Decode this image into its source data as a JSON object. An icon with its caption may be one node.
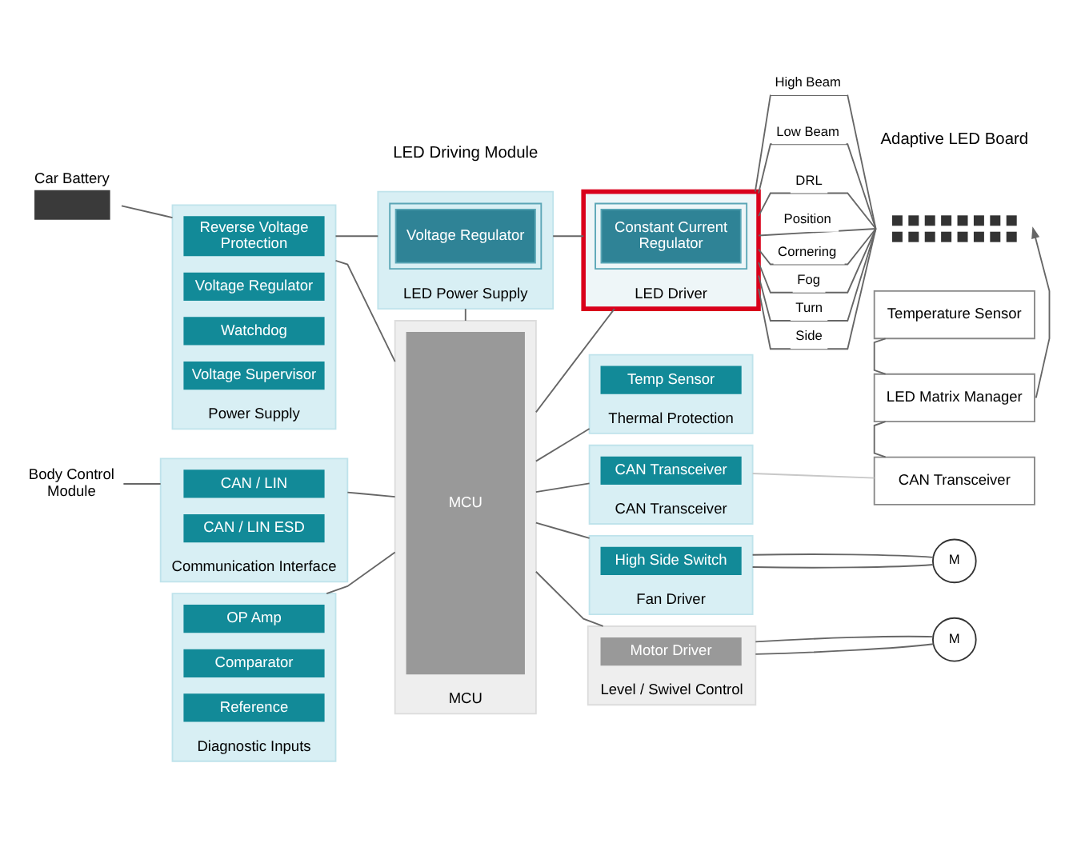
{
  "diagram": {
    "nodes": [
      {
        "text": [
          "Car Battery"
        ]
      },
      {
        "text": [
          "Power Supply"
        ]
      },
      {
        "text": [
          "Reverse Voltage Protection"
        ],
        "in": 1
      },
      {
        "text": [
          "Voltage Regulator"
        ],
        "in": 1
      },
      {
        "text": [
          "Watchdog"
        ],
        "in": 1
      },
      {
        "text": [
          "Voltage Supervisor"
        ],
        "in": 1
      },
      {
        "text": [
          "LED Power Supply"
        ]
      },
      {
        "text": [
          "Voltage Regulator"
        ],
        "in": 6
      },
      {
        "text": [
          "LED Driver"
        ]
      },
      {
        "text": [
          "Constant Current Regulator"
        ],
        "in": 8
      },
      {
        "text": [
          "Body Control Module"
        ]
      },
      {
        "text": [
          "Communication Interface"
        ]
      },
      {
        "text": [
          "CAN / LIN"
        ],
        "in": 11
      },
      {
        "text": [
          "CAN / LIN ESD"
        ],
        "in": 11
      },
      {
        "text": [
          "Diagnostic Inputs"
        ]
      },
      {
        "text": [
          "OP Amp"
        ],
        "in": 14
      },
      {
        "text": [
          "Comparator"
        ],
        "in": 14
      },
      {
        "text": [
          "Reference"
        ],
        "in": 14
      },
      {
        "text": [
          "MCU"
        ]
      },
      {
        "text": [
          "MCU"
        ],
        "in": 18
      },
      {
        "text": [
          "Thermal Protection"
        ]
      },
      {
        "text": [
          "Temp Sensor"
        ],
        "in": 20
      },
      {
        "text": [
          "CAN Transceiver"
        ]
      },
      {
        "text": [
          "CAN Transceiver"
        ],
        "in": 22
      },
      {
        "text": [
          "Fan Driver"
        ]
      },
      {
        "text": [
          "High Side Switch"
        ],
        "in": 24
      },
      {
        "text": [
          "Level / Swivel Control"
        ]
      },
      {
        "text": [
          "Motor Driver"
        ],
        "in": 26
      },
      {
        "text": [],
        "shape": "picture"
      },
      {
        "text": [
          "Temperature Sensor"
        ]
      },
      {
        "text": [
          "LED Matrix Manager"
        ]
      },
      {
        "text": [
          "CAN Transceiver"
        ]
      },
      {
        "text": [
          "M"
        ]
      },
      {
        "text": [
          "M"
        ]
      }
    ],
    "edges": [
      {
        "from": 0,
        "to": 1,
        "arrow": "none"
      },
      {
        "from": 1,
        "to": 6,
        "arrow": "none"
      },
      {
        "from": 6,
        "to": 8,
        "arrow": "none"
      },
      {
        "from": 1,
        "to": 18,
        "arrow": "none"
      },
      {
        "from": 6,
        "to": 18,
        "arrow": "none"
      },
      {
        "from": 8,
        "to": 18,
        "arrow": "none"
      },
      {
        "from": 10,
        "to": 11,
        "arrow": "none"
      },
      {
        "from": 11,
        "to": 18,
        "arrow": "none"
      },
      {
        "from": 14,
        "to": 18,
        "arrow": "none"
      },
      {
        "from": 18,
        "to": 20,
        "arrow": "none"
      },
      {
        "from": 18,
        "to": 22,
        "arrow": "none"
      },
      {
        "from": 18,
        "to": 24,
        "arrow": "none"
      },
      {
        "from": 18,
        "to": 26,
        "arrow": "none"
      },
      {
        "from": 22,
        "to": 31,
        "arrow": "none",
        "color": "#c8c8c8"
      },
      {
        "from": 24,
        "to": 32,
        "arrow": "none"
      },
      {
        "from": 24,
        "to": 32,
        "arrow": "none"
      },
      {
        "from": 26,
        "to": 33,
        "arrow": "none"
      },
      {
        "from": 26,
        "to": 33,
        "arrow": "none"
      },
      {
        "from": 29,
        "to": 30,
        "arrow": "none"
      },
      {
        "from": 30,
        "to": 31,
        "arrow": "none"
      },
      {
        "from": 30,
        "to": 28,
        "arrow": "to"
      },
      {
        "from": 8,
        "to": 28,
        "arrow": "none",
        "label": "High Beam"
      },
      {
        "from": 8,
        "to": 28,
        "arrow": "none",
        "label": "Low Beam"
      },
      {
        "from": 8,
        "to": 28,
        "arrow": "none",
        "label": "DRL"
      },
      {
        "from": 8,
        "to": 28,
        "arrow": "none",
        "label": "Position"
      },
      {
        "from": 8,
        "to": 28,
        "arrow": "none",
        "label": "Cornering"
      },
      {
        "from": 8,
        "to": 28,
        "arrow": "none",
        "label": "Fog"
      },
      {
        "from": 8,
        "to": 28,
        "arrow": "none",
        "label": "Turn"
      },
      {
        "from": 8,
        "to": 28,
        "arrow": "none",
        "label": "Side"
      }
    ],
    "labels": [
      "LED Driving Module",
      "Adaptive LED Board"
    ]
  }
}
